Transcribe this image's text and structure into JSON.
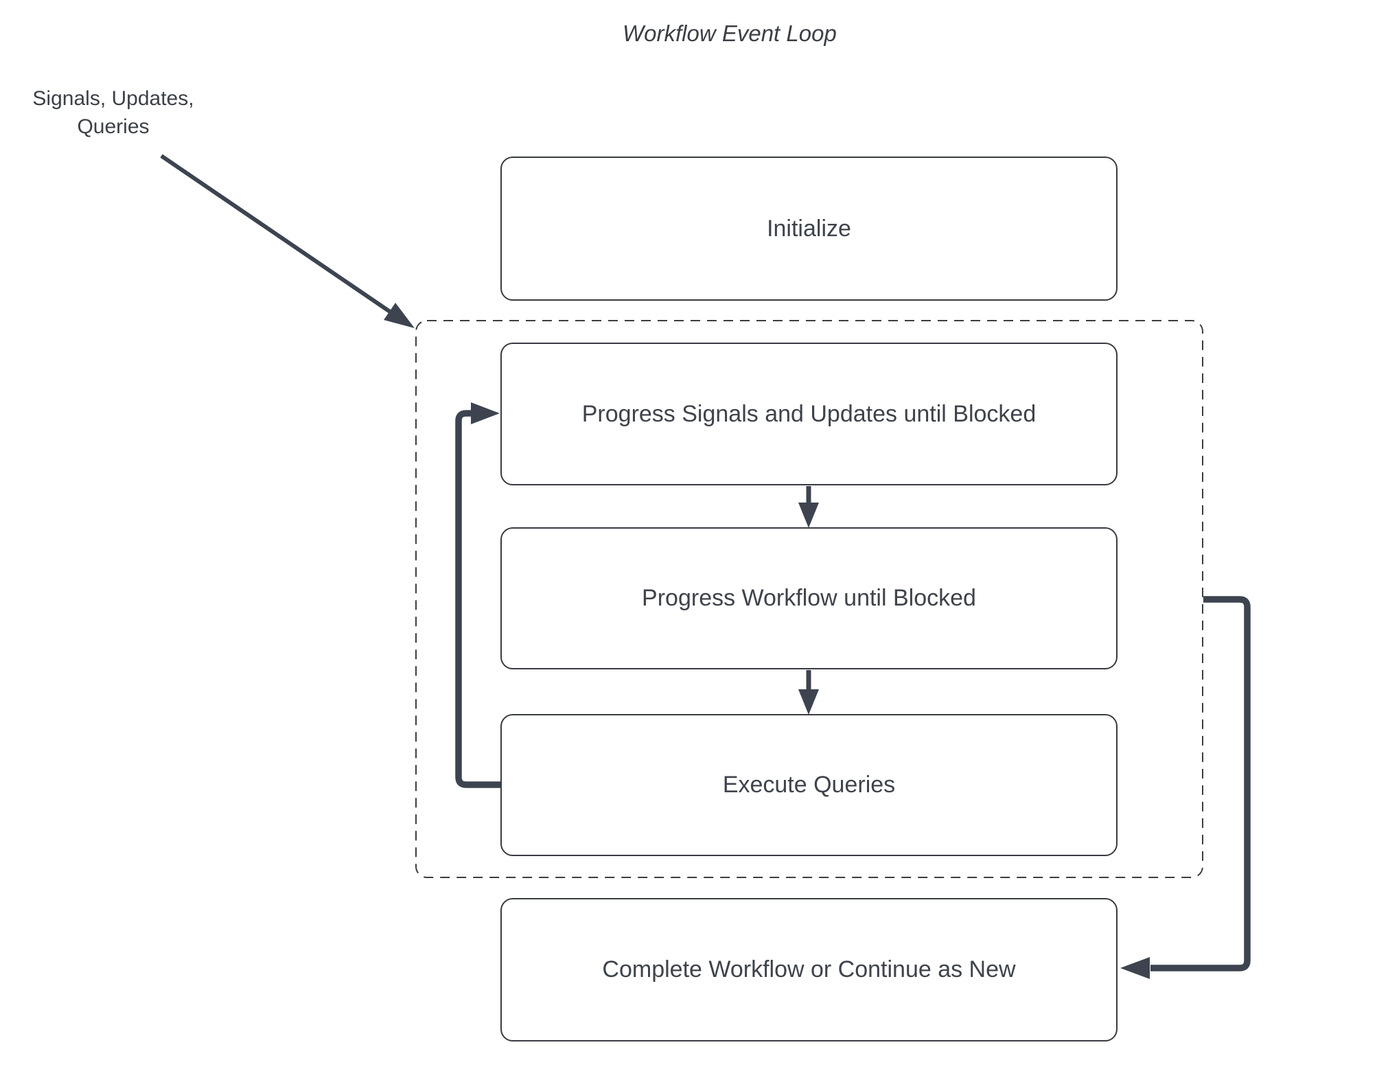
{
  "title": "Workflow Event Loop",
  "external_inputs": {
    "line1": "Signals, Updates,",
    "line2": "Queries"
  },
  "group": {
    "name": "event-loop-group",
    "style": "dashed-rounded-rectangle"
  },
  "nodes": [
    {
      "id": "initialize",
      "label": "Initialize"
    },
    {
      "id": "progress-signals",
      "label": "Progress Signals and Updates until Blocked"
    },
    {
      "id": "progress-workflow",
      "label": "Progress Workflow until Blocked"
    },
    {
      "id": "execute-queries",
      "label": "Execute Queries"
    },
    {
      "id": "complete",
      "label": "Complete Workflow or Continue as New"
    }
  ],
  "edges": [
    {
      "from": "external-inputs-label",
      "to": "event-loop-group",
      "style": "thin-diagonal-arrow"
    },
    {
      "from": "progress-signals",
      "to": "progress-workflow",
      "style": "down-arrow"
    },
    {
      "from": "progress-workflow",
      "to": "execute-queries",
      "style": "down-arrow"
    },
    {
      "from": "execute-queries",
      "to": "progress-signals",
      "style": "thick-elbow-arrow-left-loop"
    },
    {
      "from": "event-loop-group",
      "to": "complete",
      "style": "thick-elbow-arrow-right"
    }
  ],
  "colors": {
    "background": "#ffffff",
    "connector": "#3d4450",
    "node_border": "#383b41",
    "dashed_border": "#3a3d42",
    "text": "#3e434b"
  }
}
